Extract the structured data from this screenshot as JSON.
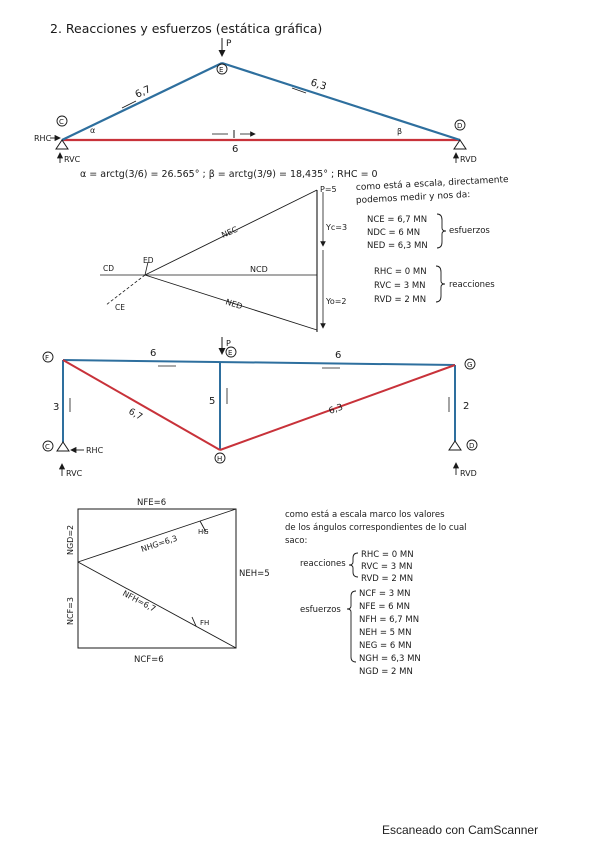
{
  "title": "2. Reacciones y esfuerzos (estática gráfica)",
  "truss1": {
    "nodes": {
      "C": "C",
      "E": "E",
      "D": "D"
    },
    "load": "P",
    "bar_ce": "6,7",
    "bar_ed": "6,3",
    "bar_cd": "6",
    "reaction_hc": "RHC",
    "reaction_vc": "RVC",
    "reaction_vd": "RVD",
    "alpha": "α",
    "beta": "β",
    "angle_eq": "α = arctg(3/6) = 26.565° ; β = arctg(3/9) = 18,435° ; RHC = 0"
  },
  "polygon1": {
    "label_p": "P=5",
    "label_yc": "Yc=3",
    "label_yd": "Yo=2",
    "label_nec": "NEC",
    "label_ncd": "NCD",
    "label_ned": "NED",
    "label_cd": "CD",
    "label_ed": "ED",
    "label_ce": "CE",
    "note_l1": "como está a escala, directamente",
    "note_l2": "podemos medir y nos da:",
    "efforts": [
      "NCE = 6,7 MN",
      "NDC = 6 MN",
      "NED = 6,3 MN"
    ],
    "efforts_tag": "esfuerzos",
    "reactions": [
      "RHC = 0 MN",
      "RVC = 3 MN",
      "RVD = 2 MN"
    ],
    "reactions_tag": "reacciones"
  },
  "truss2": {
    "nodes": {
      "F": "F",
      "E": "E",
      "G": "G",
      "C": "C",
      "H": "H",
      "D": "D"
    },
    "load": "P",
    "bar_fe": "6",
    "bar_eg": "6",
    "bar_fc": "3",
    "bar_eh": "5",
    "bar_gd": "2",
    "bar_fh": "6,7",
    "bar_hg": "6,3",
    "reaction_hc": "RHC",
    "reaction_vc": "RVC",
    "reaction_vd": "RVD"
  },
  "polygon2": {
    "label_top": "NFE=6",
    "label_left_top": "NGD=2",
    "label_left_bottom": "NCF=3",
    "label_right": "NEH=5",
    "label_bottom": "NCF=6",
    "label_diag1": "NHG=6,3",
    "label_diag2": "NFH=6,7",
    "tag_hg": "HG",
    "tag_fh": "FH",
    "note_l1": "como está a escala marco los valores",
    "note_l2": "de los ángulos correspondientes de lo cual",
    "note_l3": "saco:",
    "reactions_tag": "reacciones",
    "reactions": [
      "RHC = 0 MN",
      "RVC = 3 MN",
      "RVD = 2 MN"
    ],
    "efforts_tag": "esfuerzos",
    "efforts": [
      "NCF = 3 MN",
      "NFE = 6 MN",
      "NFH = 6,7 MN",
      "NEH = 5 MN",
      "NEG = 6 MN",
      "NGH = 6,3 MN",
      "NGD = 2 MN"
    ]
  },
  "footer": "Escaneado con CamScanner",
  "colors": {
    "ink": "#1a1a1a",
    "red": "#c8323a",
    "blue": "#2e6f9e"
  }
}
